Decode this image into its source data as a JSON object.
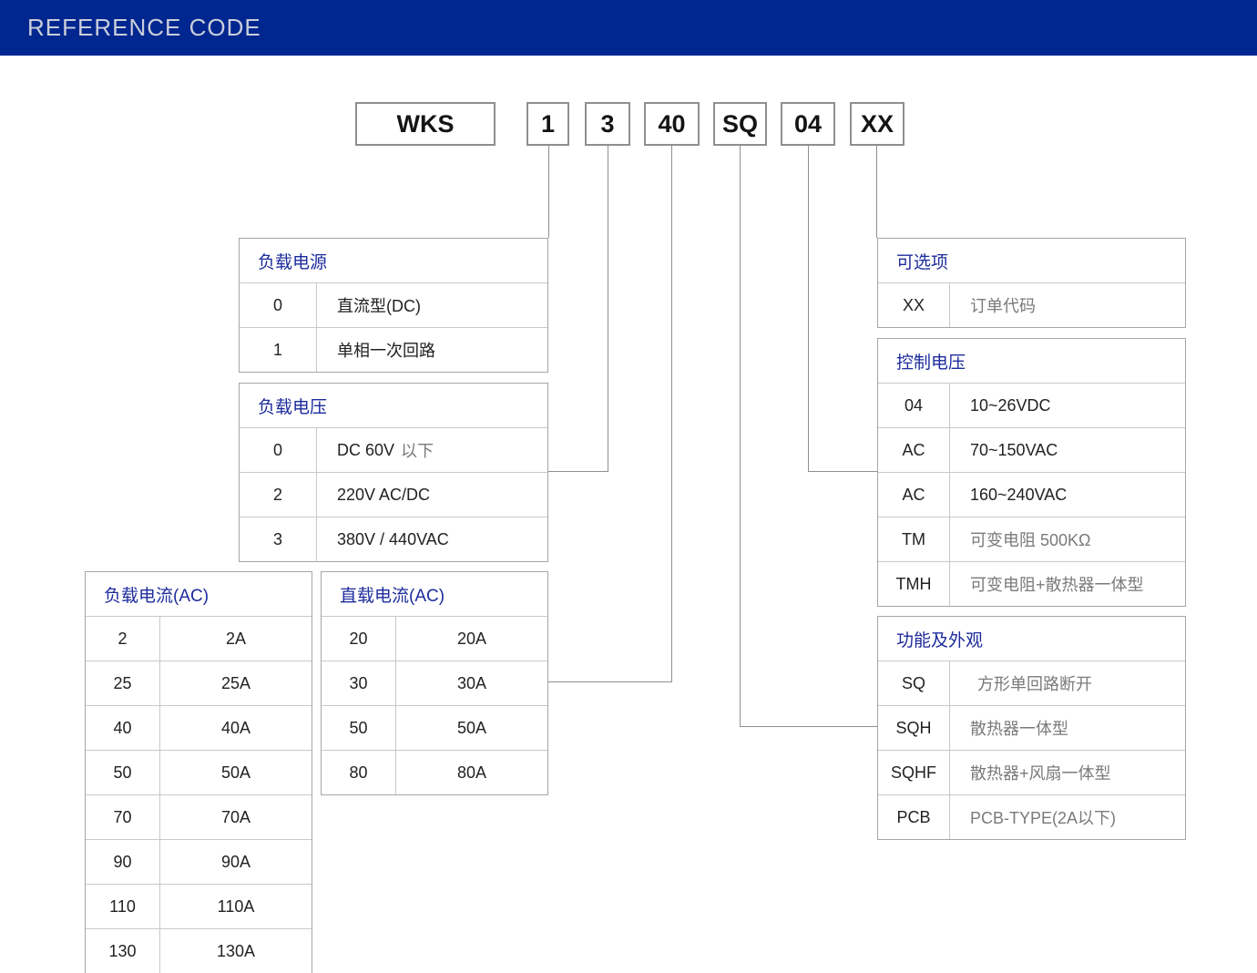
{
  "banner": {
    "title": "REFERENCE CODE"
  },
  "code_boxes": [
    "WKS",
    "1",
    "3",
    "40",
    "SQ",
    "04",
    "XX"
  ],
  "tables": {
    "load_power": {
      "title": "负载电源",
      "rows": [
        {
          "code": "0",
          "desc": "直流型(DC)"
        },
        {
          "code": "1",
          "desc": "单相一次回路"
        }
      ]
    },
    "load_voltage": {
      "title": "负载电压",
      "rows": [
        {
          "code": "0",
          "desc": "DC 60V",
          "desc2": "以下"
        },
        {
          "code": "2",
          "desc": "220V AC/DC"
        },
        {
          "code": "3",
          "desc": "380V / 440VAC"
        }
      ]
    },
    "load_current_ac": {
      "title": "负载电流(AC)",
      "rows": [
        {
          "code": "2",
          "desc": "2A"
        },
        {
          "code": "25",
          "desc": "25A"
        },
        {
          "code": "40",
          "desc": "40A"
        },
        {
          "code": "50",
          "desc": "50A"
        },
        {
          "code": "70",
          "desc": "70A"
        },
        {
          "code": "90",
          "desc": "90A"
        },
        {
          "code": "110",
          "desc": "110A"
        },
        {
          "code": "130",
          "desc": "130A"
        }
      ]
    },
    "direct_current_ac": {
      "title": "直载电流(AC)",
      "rows": [
        {
          "code": "20",
          "desc": "20A"
        },
        {
          "code": "30",
          "desc": "30A"
        },
        {
          "code": "50",
          "desc": "50A"
        },
        {
          "code": "80",
          "desc": "80A"
        }
      ]
    },
    "optional": {
      "title": "可选项",
      "rows": [
        {
          "code": "XX",
          "desc": "订单代码"
        }
      ]
    },
    "control_voltage": {
      "title": "控制电压",
      "rows": [
        {
          "code": "04",
          "desc": "10~26VDC"
        },
        {
          "code": "AC",
          "desc": "70~150VAC"
        },
        {
          "code": "AC",
          "desc": "160~240VAC"
        },
        {
          "code": "TM",
          "desc": "可变电阻 500KΩ"
        },
        {
          "code": "TMH",
          "desc": "可变电阻+散热器一体型"
        }
      ]
    },
    "function_appearance": {
      "title": "功能及外观",
      "rows": [
        {
          "code": "SQ",
          "desc": "方形单回路断开"
        },
        {
          "code": "SQH",
          "desc": "散热器一体型"
        },
        {
          "code": "SQHF",
          "desc": "散热器+风扇一体型"
        },
        {
          "code": "PCB",
          "desc": "PCB-TYPE(2A以下)"
        }
      ]
    }
  },
  "colors": {
    "banner_bg": "#00268f",
    "header_text": "#1c2b9c",
    "muted_text": "#7a7a7a",
    "line": "#8f8f8f"
  }
}
